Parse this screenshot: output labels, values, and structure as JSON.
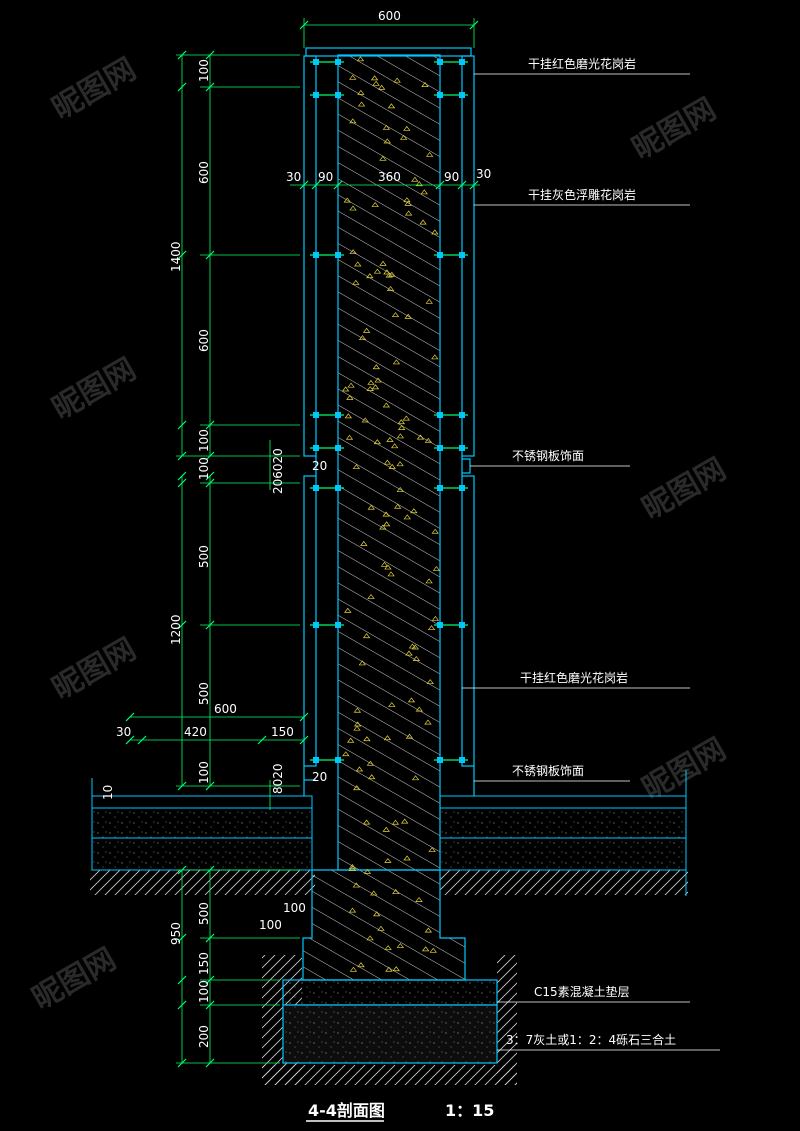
{
  "watermark": "昵图网",
  "title": "4-4剖面图",
  "scale": "1：15",
  "callouts": {
    "c1": "干挂红色磨光花岗岩",
    "c2": "干挂灰色浮雕花岗岩",
    "c3": "不锈钢板饰面",
    "c4": "干挂红色磨光花岗岩",
    "c5": "不锈钢板饰面",
    "c6": "C15素混凝土垫层",
    "c7": "3：7灰土或1：2：4砾石三合土"
  },
  "dims": {
    "top_width": "600",
    "d30a": "30",
    "d90a": "90",
    "d360": "360",
    "d90b": "90",
    "d30b": "30",
    "v100a": "100",
    "v600a": "600",
    "v600b": "600",
    "v100b": "100",
    "v100c": "100",
    "v500a": "500",
    "v500b": "500",
    "v100d": "100",
    "v500c": "500",
    "v150": "150",
    "v100e": "100",
    "v200": "200",
    "total1400": "1400",
    "total1200": "1200",
    "total950": "950",
    "g206020": "206020",
    "g20a": "20",
    "g8020": "8020",
    "g20b": "20",
    "h600": "600",
    "h30": "30",
    "h420": "420",
    "h150": "150",
    "h10": "10",
    "f100a": "100",
    "f100b": "100"
  },
  "colors": {
    "background": "#000000",
    "cladding": "#00c8ff",
    "dimension": "#00ff66",
    "hatch": "#ffffff",
    "aggregate": "#e6d23c",
    "text": "#ffffff"
  }
}
